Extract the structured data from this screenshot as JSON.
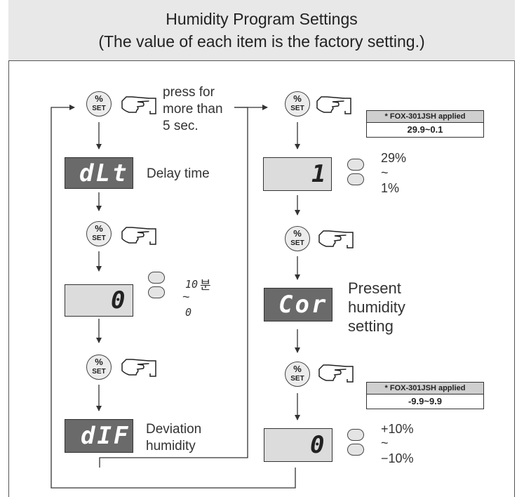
{
  "header": {
    "title": "Humidity Program Settings",
    "subtitle": "(The value of each item is the factory setting.)"
  },
  "set_button": {
    "percent": "%",
    "label": "SET"
  },
  "left_column": {
    "press_text_1": "press for",
    "press_text_2": "more than",
    "press_text_3": "5 sec.",
    "delay_display": "dLt",
    "delay_label": "Delay time",
    "delay_value": "0",
    "delay_range_max": "10",
    "delay_range_unit": "분",
    "delay_range_min": "0",
    "deviation_display": "dIF",
    "deviation_label_1": "Deviation",
    "deviation_label_2": "humidity"
  },
  "right_column": {
    "note_title": "* FOX-301JSH applied",
    "note_range_1": "29.9~0.1",
    "dif_value": "1",
    "dif_range_max": "29%",
    "dif_range_min": "1%",
    "cor_display": "Cor",
    "cor_label_1": "Present",
    "cor_label_2": "humidity",
    "cor_label_3": "setting",
    "note_range_2": "-9.9~9.9",
    "cor_value": "0",
    "cor_range_max": "+10%",
    "cor_range_min": "−10%"
  },
  "tilde": "~"
}
